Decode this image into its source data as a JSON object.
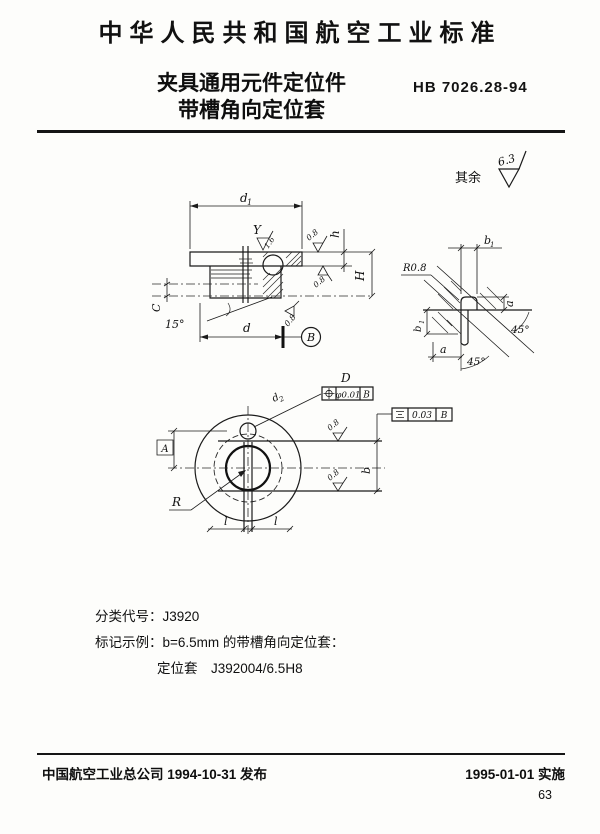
{
  "header": {
    "title": "中华人民共和国航空工业标准",
    "subtitle_line1": "夹具通用元件定位件",
    "subtitle_line2": "带槽角向定位套",
    "standard_no": "HB 7026.28-94"
  },
  "drawing": {
    "general_note": "其余",
    "general_roughness": "6.3",
    "labels": {
      "d1_main": "d",
      "d1_sub": "1",
      "h": "h",
      "H": "H",
      "C": "C",
      "d": "d",
      "angle15": "15°",
      "detail": "Y",
      "r16": "1.6",
      "r08": "0.8",
      "datum_b": "B",
      "b1_main": "b",
      "b1_sub": "1",
      "a": "a",
      "angle45": "45°",
      "r_fillet": "R0.8",
      "A": "A",
      "R": "R",
      "l": "l",
      "b": "b",
      "d2_main": "d",
      "d2_sub": "2",
      "D": "D"
    },
    "fcf_position": {
      "tolerance": "φ0.01",
      "datum": "B"
    },
    "fcf_symmetry": {
      "tolerance": "0.03",
      "datum": "B"
    }
  },
  "body": {
    "class_code_line": "分类代号：J3920",
    "example_line1": "标记示例：b=6.5mm 的带槽角向定位套：",
    "example_line2": "定位套　J392004/6.5H8"
  },
  "footer": {
    "release": "中国航空工业总公司 1994-10-31 发布",
    "implement": "1995-01-01 实施",
    "page": "63"
  }
}
